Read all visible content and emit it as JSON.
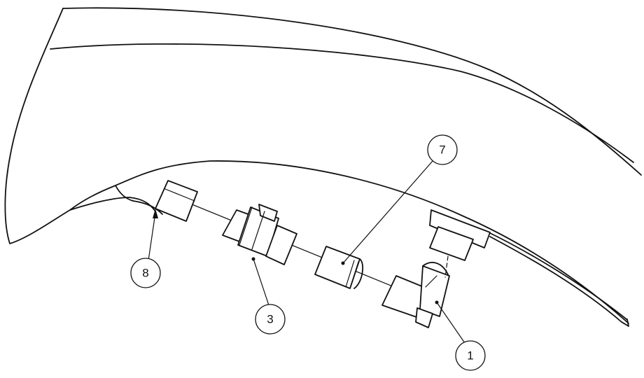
{
  "balloons": [
    {
      "id": "balloon-7",
      "label": "7"
    },
    {
      "id": "balloon-8",
      "label": "8"
    },
    {
      "id": "balloon-3",
      "label": "3"
    },
    {
      "id": "balloon-1",
      "label": "1"
    }
  ]
}
